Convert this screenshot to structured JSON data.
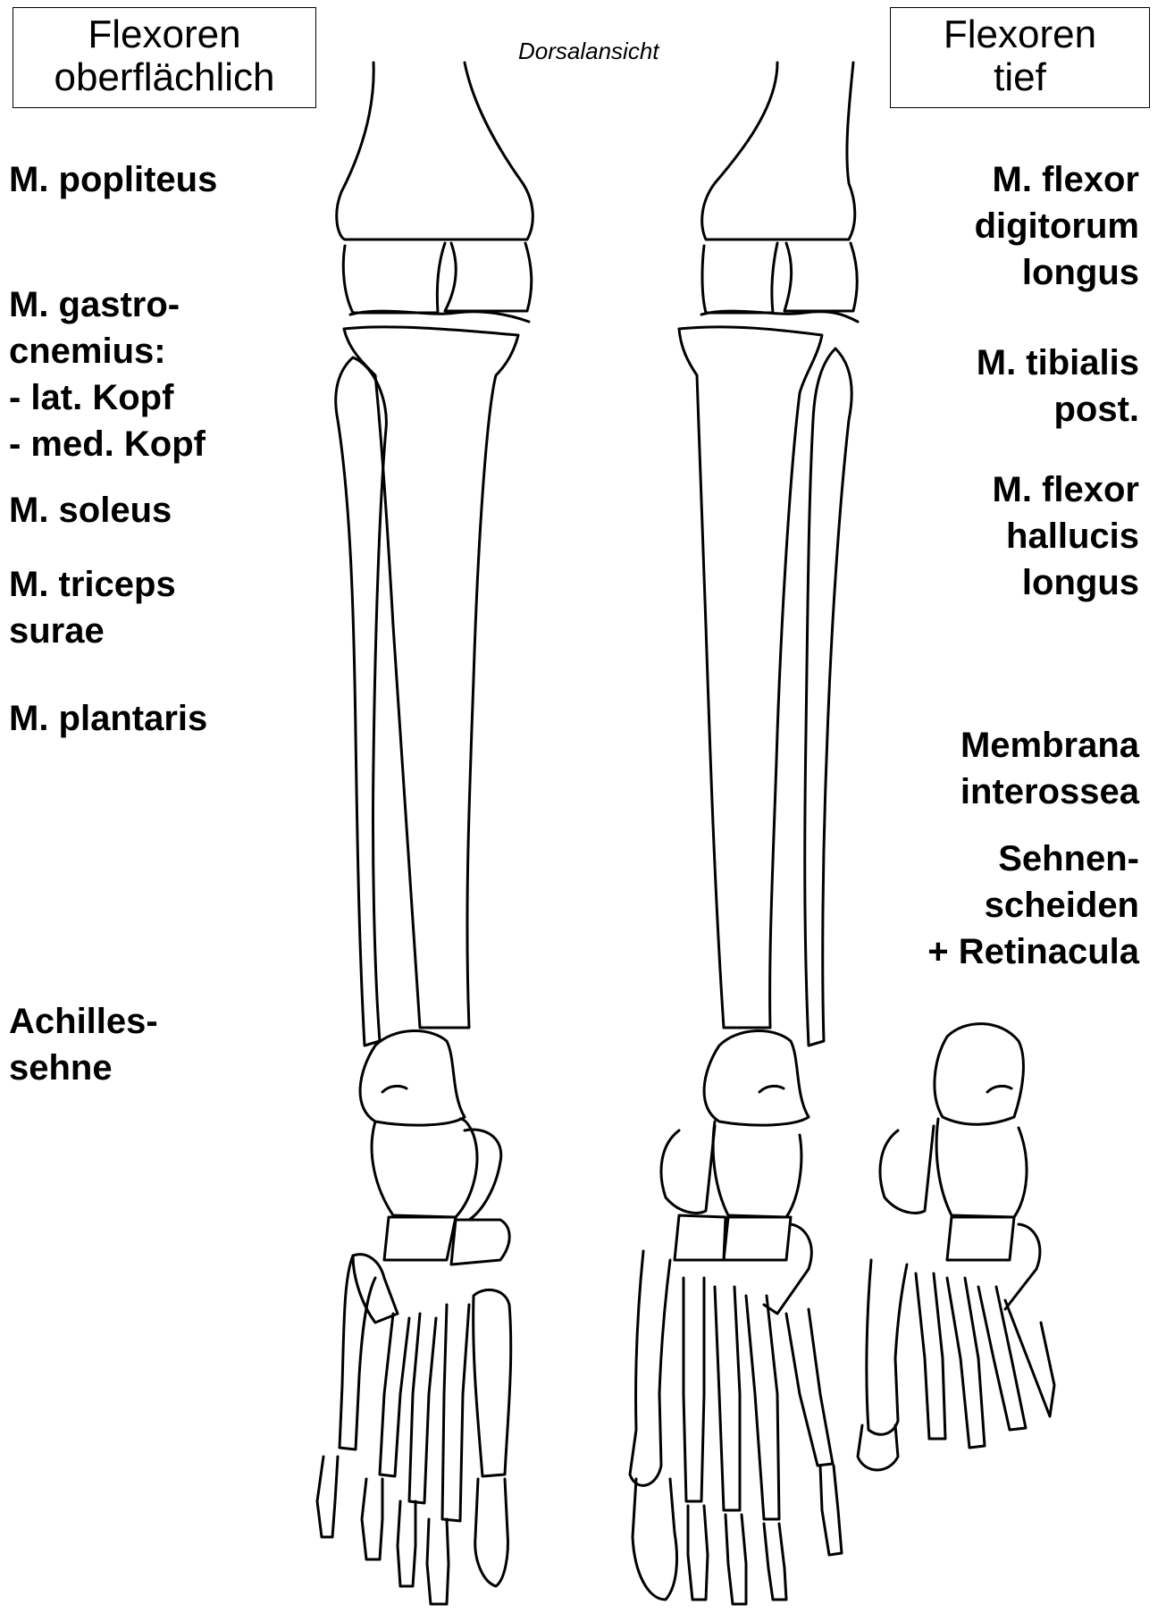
{
  "header": {
    "left_box": [
      "Flexoren",
      "oberflächlich"
    ],
    "right_box": [
      "Flexoren",
      "tief"
    ],
    "caption": "Dorsalansicht"
  },
  "left_labels": [
    [
      "M. popliteus"
    ],
    [
      "M. gastro-",
      "cnemius:",
      "- lat. Kopf",
      "- med. Kopf"
    ],
    [
      "M. soleus"
    ],
    [
      "M. triceps",
      "surae"
    ],
    [
      "M. plantaris"
    ],
    [
      "Achilles-",
      "sehne"
    ]
  ],
  "right_labels": [
    [
      "M. flexor",
      "digitorum",
      "longus"
    ],
    [
      "M. tibialis",
      "post."
    ],
    [
      "M. flexor",
      "hallucis",
      "longus"
    ],
    [
      "Membrana",
      "interossea"
    ],
    [
      "Sehnen-",
      "scheiden",
      "+ Retinacula"
    ]
  ]
}
